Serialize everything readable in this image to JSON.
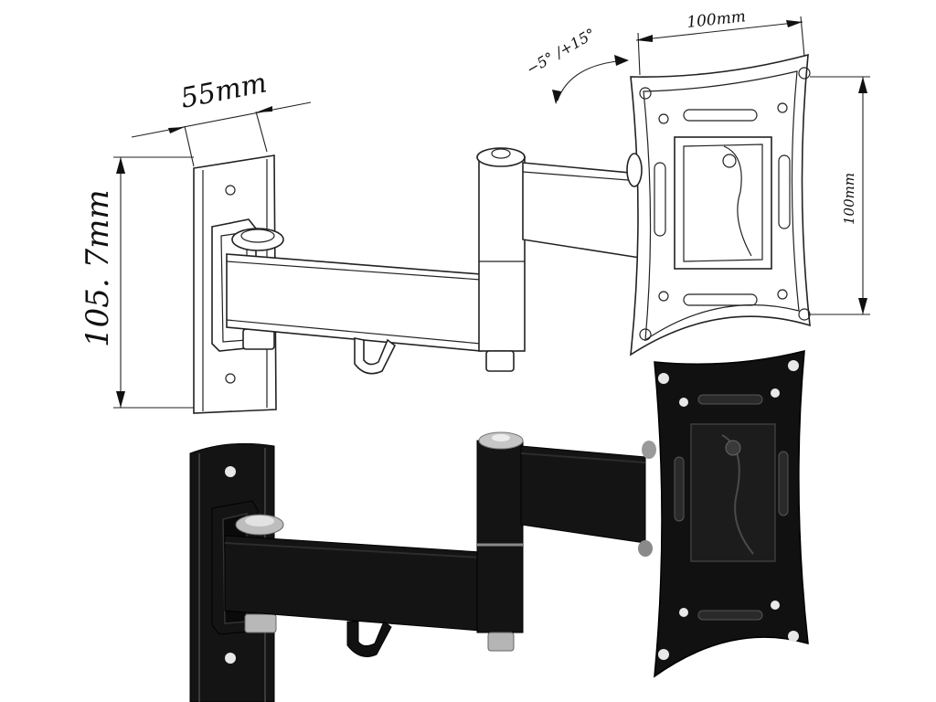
{
  "dimensions": {
    "wall_plate_width": "55mm",
    "wall_plate_height": "105. 7mm",
    "vesa_horizontal": "100mm",
    "vesa_vertical": "100mm",
    "tilt_range": "−5° /+15°"
  },
  "colors": {
    "line_drawing": "#222222",
    "mount_black": "#141414",
    "background": "#ffffff"
  }
}
